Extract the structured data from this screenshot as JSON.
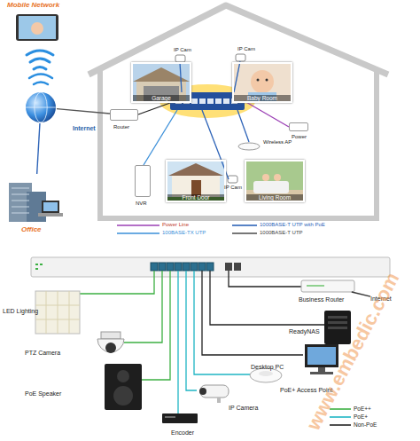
{
  "diagram": {
    "nodes": [
      {
        "text": [
          "Mobile Network"
        ]
      },
      {
        "text": [
          "Internet"
        ]
      },
      {
        "text": [
          "Office"
        ]
      },
      {
        "text": [
          "Router"
        ]
      },
      {
        "text": [
          "NVR"
        ]
      },
      {
        "text": [
          "Garage"
        ]
      },
      {
        "text": [
          "Baby Room"
        ]
      },
      {
        "text": [
          "Power"
        ]
      },
      {
        "text": [
          "Wireless AP"
        ]
      },
      {
        "text": [
          "Front Door"
        ]
      },
      {
        "text": [
          "Living Room"
        ]
      },
      {
        "text": [
          "LED Lighting"
        ]
      },
      {
        "text": [
          "PTZ Camera"
        ]
      },
      {
        "text": [
          "PoE Speaker"
        ]
      },
      {
        "text": [
          "Encoder"
        ]
      },
      {
        "text": [
          "IP Camera"
        ]
      },
      {
        "text": [
          "PoE+ Access Point"
        ]
      },
      {
        "text": [
          "Desktop PC"
        ]
      },
      {
        "text": [
          "ReadyNAS"
        ]
      },
      {
        "text": [
          "Business Router"
        ]
      },
      {
        "text": [
          "Internet"
        ]
      }
    ],
    "edges": [
      {
        "from": 1,
        "to": 2,
        "arrow": "none"
      },
      {
        "from": 1,
        "to": 3,
        "arrow": "none"
      },
      {
        "from": 19,
        "to": 20,
        "arrow": "none"
      }
    ],
    "labels": [
      "IP Cam",
      "IP Cam",
      "IP Cam",
      "www.embedic.com"
    ],
    "legend": [
      {
        "text": "Power Line"
      },
      {
        "text": "1000BASE-T UTP with PoE"
      },
      {
        "text": "100BASE-TX UTP"
      },
      {
        "text": "1000BASE-T UTP"
      },
      {
        "text": "PoE++"
      },
      {
        "text": "PoE+"
      },
      {
        "text": "Non-PoE"
      }
    ]
  }
}
